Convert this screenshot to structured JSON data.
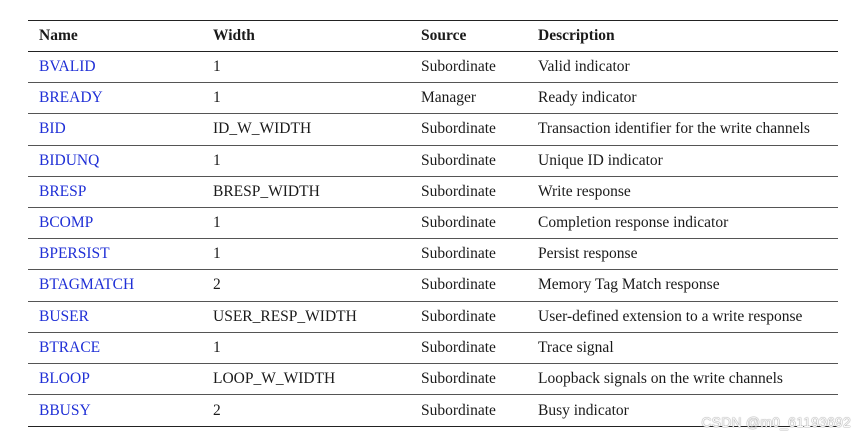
{
  "table": {
    "headers": {
      "name": "Name",
      "width": "Width",
      "source": "Source",
      "description": "Description"
    },
    "rows": [
      {
        "name": "BVALID",
        "width": "1",
        "source": "Subordinate",
        "description": "Valid indicator"
      },
      {
        "name": "BREADY",
        "width": "1",
        "source": "Manager",
        "description": "Ready indicator"
      },
      {
        "name": "BID",
        "width": "ID_W_WIDTH",
        "source": "Subordinate",
        "description": "Transaction identifier for the write channels"
      },
      {
        "name": "BIDUNQ",
        "width": "1",
        "source": "Subordinate",
        "description": "Unique ID indicator"
      },
      {
        "name": "BRESP",
        "width": "BRESP_WIDTH",
        "source": "Subordinate",
        "description": "Write response"
      },
      {
        "name": "BCOMP",
        "width": "1",
        "source": "Subordinate",
        "description": "Completion response indicator"
      },
      {
        "name": "BPERSIST",
        "width": "1",
        "source": "Subordinate",
        "description": "Persist response"
      },
      {
        "name": "BTAGMATCH",
        "width": "2",
        "source": "Subordinate",
        "description": "Memory Tag Match response"
      },
      {
        "name": "BUSER",
        "width": "USER_RESP_WIDTH",
        "source": "Subordinate",
        "description": "User-defined extension to a write response"
      },
      {
        "name": "BTRACE",
        "width": "1",
        "source": "Subordinate",
        "description": "Trace signal"
      },
      {
        "name": "BLOOP",
        "width": "LOOP_W_WIDTH",
        "source": "Subordinate",
        "description": "Loopback signals on the write channels"
      },
      {
        "name": "BBUSY",
        "width": "2",
        "source": "Subordinate",
        "description": "Busy indicator"
      }
    ]
  },
  "watermark": "CSDN @m0_61193692",
  "colors": {
    "signal_name": "#1f2fd6",
    "text": "#1a1a1a",
    "rule": "#222222"
  }
}
